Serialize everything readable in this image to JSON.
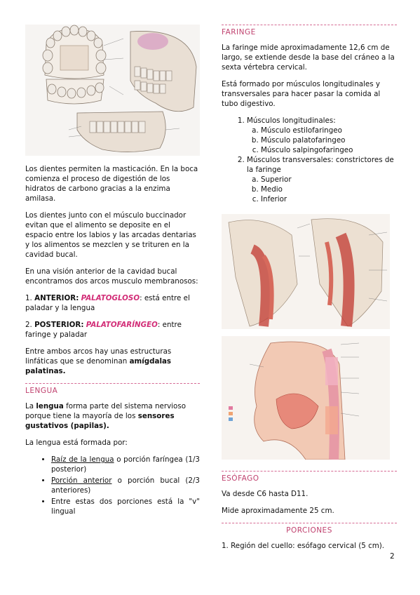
{
  "left": {
    "paragraphs": {
      "p1": "Los dientes permiten la masticación. En la boca comienza el proceso de digestión de los hidratos de carbono gracias a la enzima amilasa.",
      "p2": " Los dientes junto con el músculo buccinador evitan que el alimento se deposite en el espacio entre los labios y las arcadas dentarias y los alimentos se mezclen y se trituren en la cavidad bucal.",
      "p3": "En una visión anterior de la cavidad bucal encontramos dos arcos musculo membranosos:",
      "arc1_prefix": "1. ",
      "arc1_label": "ANTERIOR:",
      "arc1_name": "PALATOGLOSO",
      "arc1_rest": ": está entre el paladar y la lengua",
      "arc2_prefix": "2. ",
      "arc2_label": "POSTERIOR:",
      "arc2_name": "PALATOFARÍNGEO",
      "arc2_rest": ": entre faringe y paladar",
      "p4_a": "Entre ambos arcos hay unas estructuras linfáticas que se denominan ",
      "p4_b": "amígdalas palatinas."
    },
    "lengua": {
      "heading": "LENGUA",
      "p1_a": "La ",
      "p1_b": "lengua",
      "p1_c": " forma parte del sistema nervioso porque tiene la mayoría de los ",
      "p1_d": "sensores gustativos (papilas).",
      "p2": "La lengua está formada por:",
      "b1_u": "Raíz de la lengua",
      "b1_rest": " o porción faríngea (1/3 posterior)",
      "b2_u": "Porción anterior",
      "b2_rest": " o porción bucal (2/3 anteriores)",
      "b3": "Entre estas dos porciones está la \"v\" lingual"
    }
  },
  "right": {
    "faringe": {
      "heading": "FARINGE",
      "p1": " La faringe mide aproximadamente 12,6 cm de largo, se extiende desde la base del cráneo a la sexta vértebra cervical.",
      "p2": "Está formado por músculos longitudinales y transversales para hacer pasar la comida al tubo digestivo.",
      "list": {
        "m1": "Músculos longitudinales:",
        "m1a": "Músculo estilofaringeo",
        "m1b": "Músculo palatofaringeo",
        "m1c": "Músculo salpingofaringeo",
        "m2": "Músculos transversales: constrictores de la faringe",
        "m2a": "Superior",
        "m2b": "Medio",
        "m2c": "Inferior"
      }
    },
    "esofago": {
      "heading": "ESÓFAGO",
      "p1": "Va desde C6 hasta D11.",
      "p2": " Mide aproximadamente 25 cm."
    },
    "porciones": {
      "heading": "PORCIONES",
      "p1": "1. Región del cuello: esófago cervical (5 cm)."
    }
  },
  "page_number": "2",
  "colors": {
    "accent": "#c0426f",
    "highlight": "#d22d77",
    "rule": "#d66a94"
  }
}
